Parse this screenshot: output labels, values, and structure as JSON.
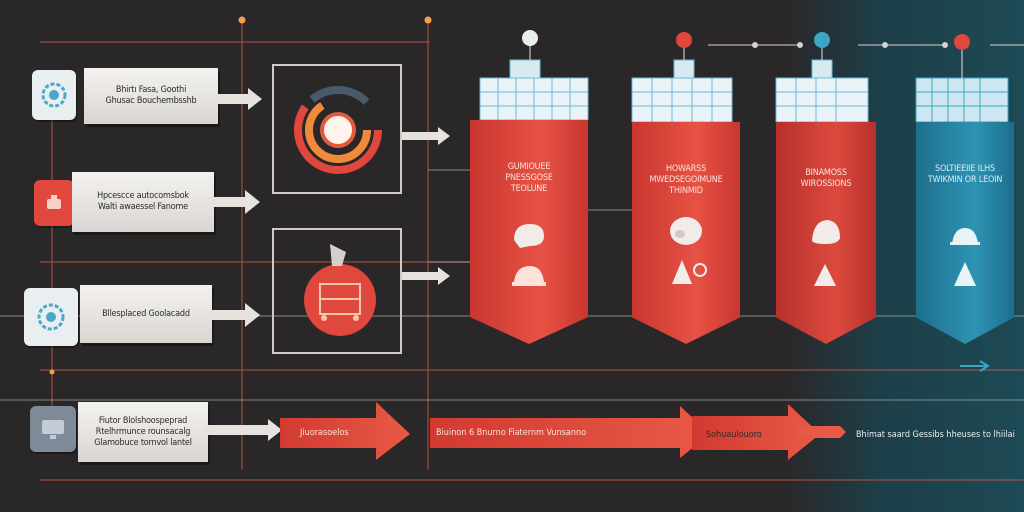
{
  "colors": {
    "background": "#2a2729",
    "red": "#e0473d",
    "red_dark": "#b7302b",
    "orange": "#f08a3a",
    "teal": "#3aa6c4",
    "line": "#c94b3c",
    "card": "#ecebe9"
  },
  "inputs": [
    {
      "label": "Bhirtı Fasa, Goothi\nGhusac Bouchembsshb",
      "icon": "gear-head-icon"
    },
    {
      "label": "Hpcescce autocomsbok\nWalti awaessel Fanome",
      "icon": "stack-icon"
    },
    {
      "label": "Bllesplaced Goolacadd",
      "icon": "gear-head-icon"
    },
    {
      "label": "Fiutor Blolshoospeprad\nRtelhrmunce rounsacalg\nGlamobuce tornvol lantel",
      "icon": "monitor-icon"
    }
  ],
  "processors": [
    {
      "icon": "ring-chart-icon"
    },
    {
      "icon": "gauge-icon"
    }
  ],
  "columns": [
    {
      "title": "GUMIOUEE\nPNESSGOSE\nTEOLUNE",
      "icon_top": "chat-bubble-icon",
      "icon_bottom": "bell-icon",
      "badge": "clock-icon"
    },
    {
      "title": "HOWARSS\nMWEDSEGOIMUNE\nTHINMID",
      "icon_top": "disc-icon",
      "icon_bottom": "cone-icon",
      "badge": "alert-icon"
    },
    {
      "title": "BINAMOSS\nWIROSSIONS",
      "icon_top": "pebble-icon",
      "icon_bottom": "cone-icon",
      "badge": "cloud-icon"
    },
    {
      "title": "SOLTIEEIIE ILHS\nTWIKMIN OR LEOIN",
      "icon_top": "dome-icon",
      "icon_bottom": "cone-icon",
      "badge": "alert-icon"
    }
  ],
  "timeline": [
    {
      "label": "Jiuorasoelos"
    },
    {
      "label": "Biuinon 6 Bnurno Fiaternm Vunsanno"
    },
    {
      "label": "Sohuaulouoro"
    },
    {
      "label": "Bhimat saard Gessibs hheuses to lhiilai"
    }
  ]
}
